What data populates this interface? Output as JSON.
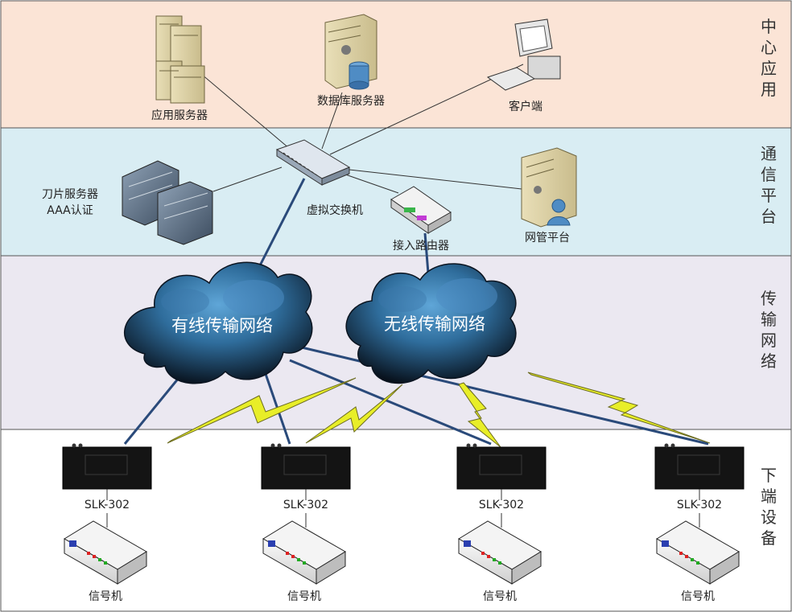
{
  "bands": [
    {
      "id": "center",
      "title": "中心应用",
      "color": "#fbe4d6"
    },
    {
      "id": "comm",
      "title": "通信平台",
      "color": "#d9edf3"
    },
    {
      "id": "transport",
      "title": "传输网络",
      "color": "#ebe8f1"
    },
    {
      "id": "terminal",
      "title": "下端设备",
      "color": "#ffffff"
    }
  ],
  "nodes": {
    "app_server": "应用服务器",
    "db_server": "数据库服务器",
    "client": "客户端",
    "blade_server_line1": "刀片服务器",
    "blade_server_line2": "AAA认证",
    "virtual_switch": "虚拟交换机",
    "access_router": "接入路由器",
    "nms": "网管平台"
  },
  "clouds": {
    "wired": "有线传输网络",
    "wireless": "无线传输网络"
  },
  "devices": [
    {
      "model": "SLK-302",
      "signal": "信号机"
    },
    {
      "model": "SLK-302",
      "signal": "信号机"
    },
    {
      "model": "SLK-302",
      "signal": "信号机"
    },
    {
      "model": "SLK-302",
      "signal": "信号机"
    }
  ],
  "colors": {
    "line": "#2a4a7a",
    "thin_line": "#333333",
    "lightning": "#e8ee28"
  }
}
